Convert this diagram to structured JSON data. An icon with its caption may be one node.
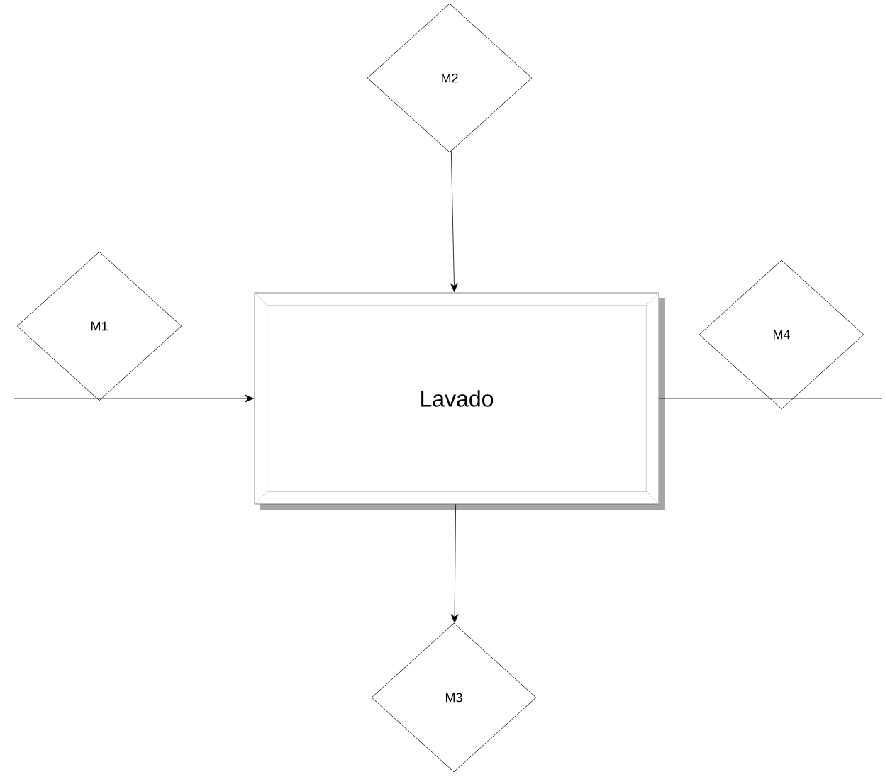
{
  "diagram": {
    "nodes": [
      {
        "text": [
          "M2"
        ]
      },
      {
        "text": [
          "M1"
        ]
      },
      {
        "text": [
          "Lavado"
        ]
      },
      {
        "text": [
          "M4"
        ]
      },
      {
        "text": [
          "M3"
        ]
      }
    ],
    "edges": [
      {
        "from": 0,
        "to": 2,
        "arrow": "to"
      },
      {
        "from": null,
        "to": 2,
        "arrow": "to"
      },
      {
        "from": 2,
        "to": null,
        "arrow": "none"
      },
      {
        "from": 2,
        "to": 4,
        "arrow": "to"
      }
    ]
  }
}
